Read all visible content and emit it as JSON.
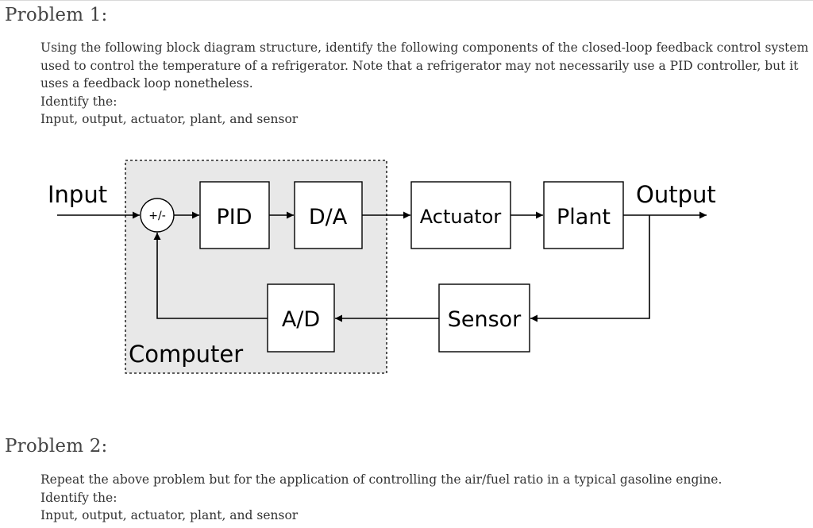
{
  "problem1": {
    "heading": "Problem 1:",
    "intro": "Using the following block diagram structure, identify the following components of the closed-loop feedback control system used to control the temperature of a refrigerator. Note that a refrigerator may not necessarily use a PID controller, but it uses a feedback loop nonetheless.",
    "identify_prompt": "Identify the:",
    "components": "Input, output, actuator, plant, and sensor"
  },
  "diagram": {
    "input_label": "Input",
    "output_label": "Output",
    "summing_label": "+/-",
    "pid_label": "PID",
    "da_label": "D/A",
    "actuator_label": "Actuator",
    "plant_label": "Plant",
    "ad_label": "A/D",
    "sensor_label": "Sensor",
    "computer_label": "Computer"
  },
  "problem2": {
    "heading": "Problem 2:",
    "intro": "Repeat the above problem but for the application of controlling the air/fuel ratio in a typical gasoline engine.",
    "identify_prompt": "Identify the:",
    "components": "Input, output, actuator, plant, and sensor"
  }
}
